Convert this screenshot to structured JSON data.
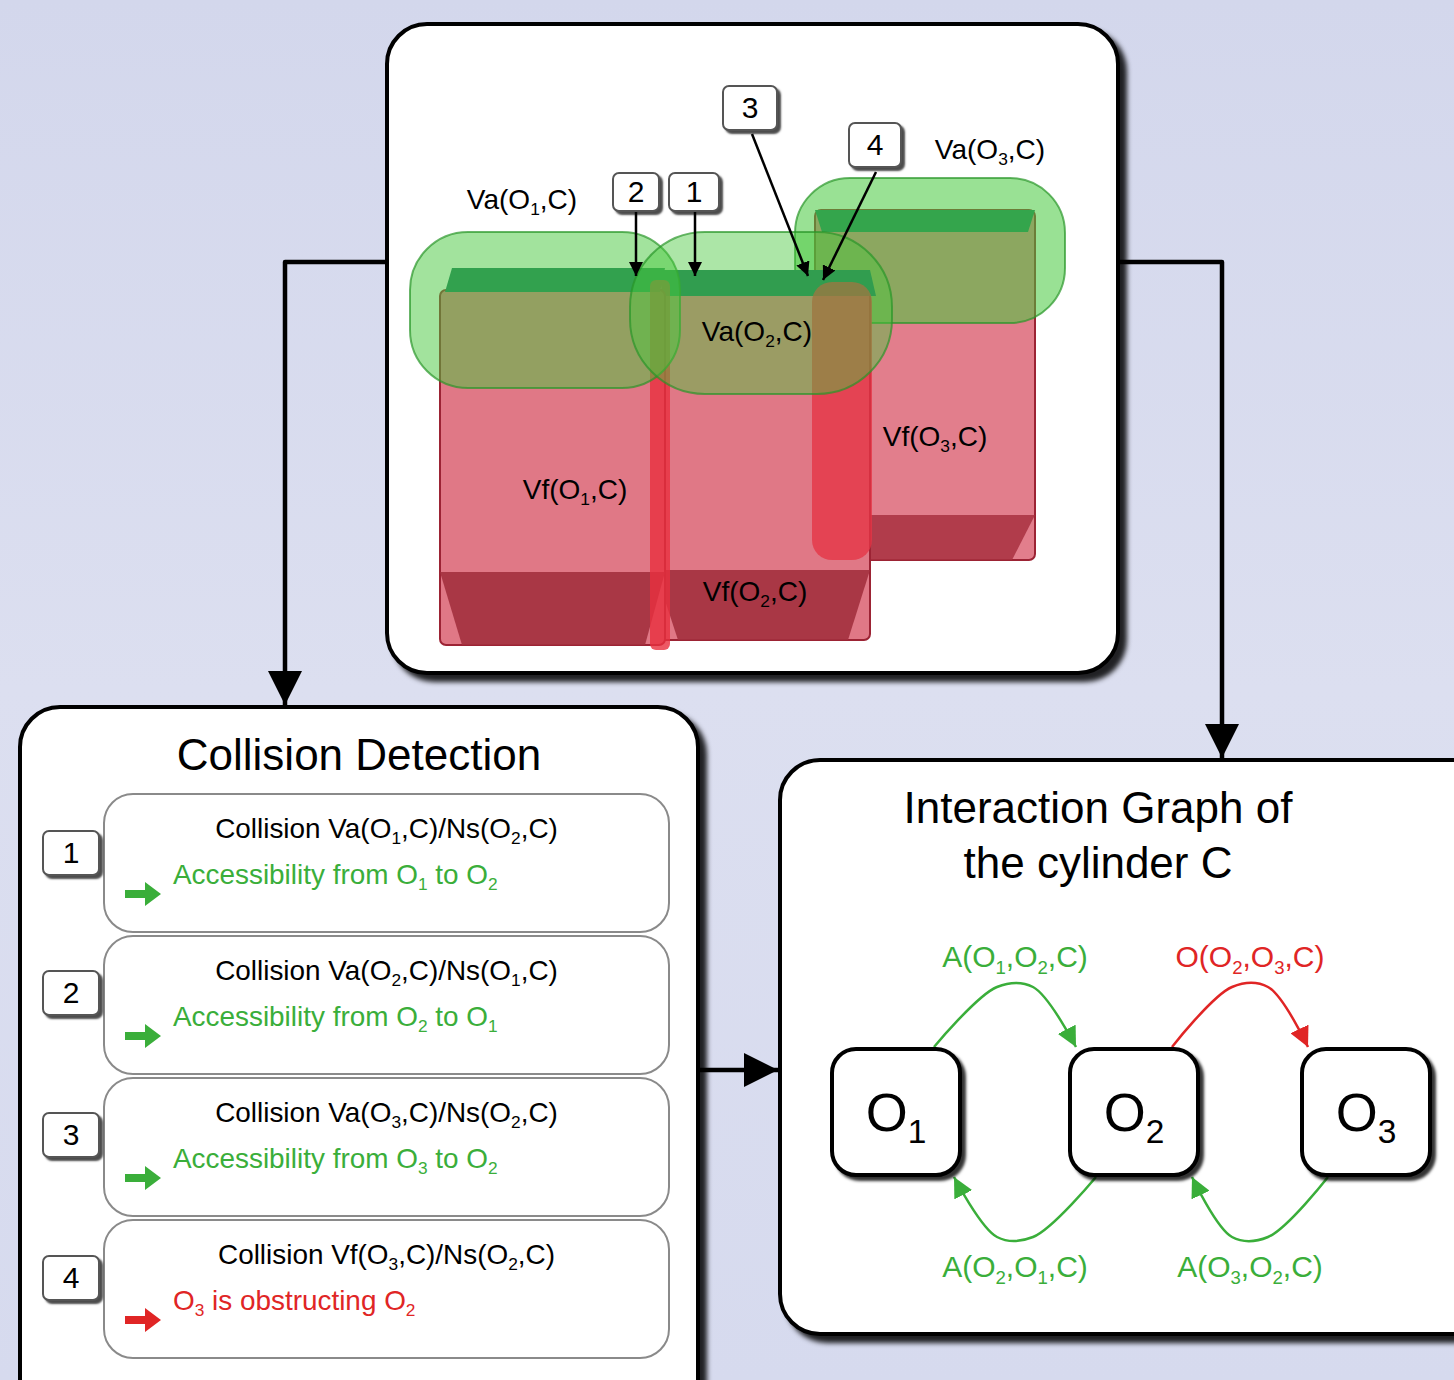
{
  "diagram": {
    "nodes": [
      {
        "text": [
          "Va(O1,C)",
          "Va(O3,C)",
          "Va(O2,C)",
          "Vf(O1,C)",
          "Vf(O3,C)",
          "Vf(O2,C)"
        ]
      },
      {
        "text": [
          "Collision Detection"
        ]
      },
      {
        "text": [
          "Collision Va(O1,C)/Ns(O2,C)",
          "Accessibility from O1 to O2"
        ],
        "in": 1
      },
      {
        "text": [
          "Collision Va(O2,C)/Ns(O1,C)",
          "Accessibility from O2 to O1"
        ],
        "in": 1
      },
      {
        "text": [
          "Collision Va(O3,C)/Ns(O2,C)",
          "Accessibility from O3 to O2"
        ],
        "in": 1
      },
      {
        "text": [
          "Collision Vf(O3,C)/Ns(O2,C)",
          "O3 is obstructing O2"
        ],
        "in": 1
      },
      {
        "text": [
          "Interaction Graph of the cylinder C"
        ]
      },
      {
        "text": [
          "O1"
        ],
        "in": 6
      },
      {
        "text": [
          "O2"
        ],
        "in": 6
      },
      {
        "text": [
          "O3"
        ],
        "in": 6
      }
    ],
    "edges": [
      {
        "from": 0,
        "to": 1,
        "arrow": "to"
      },
      {
        "from": 0,
        "to": 6,
        "arrow": "to"
      },
      {
        "from": 1,
        "to": 6,
        "arrow": "to"
      },
      {
        "from": 7,
        "to": 8,
        "label": "A(O1,O2,C)",
        "arrow": "to"
      },
      {
        "from": 8,
        "to": 9,
        "label": "O(O2,O3,C)",
        "arrow": "to"
      },
      {
        "from": 8,
        "to": 7,
        "label": "A(O2,O1,C)",
        "arrow": "to"
      },
      {
        "from": 9,
        "to": 8,
        "label": "A(O3,O2,C)",
        "arrow": "to"
      }
    ],
    "labels": [
      "3",
      "2",
      "1",
      "4",
      "1",
      "2",
      "3",
      "4"
    ]
  }
}
